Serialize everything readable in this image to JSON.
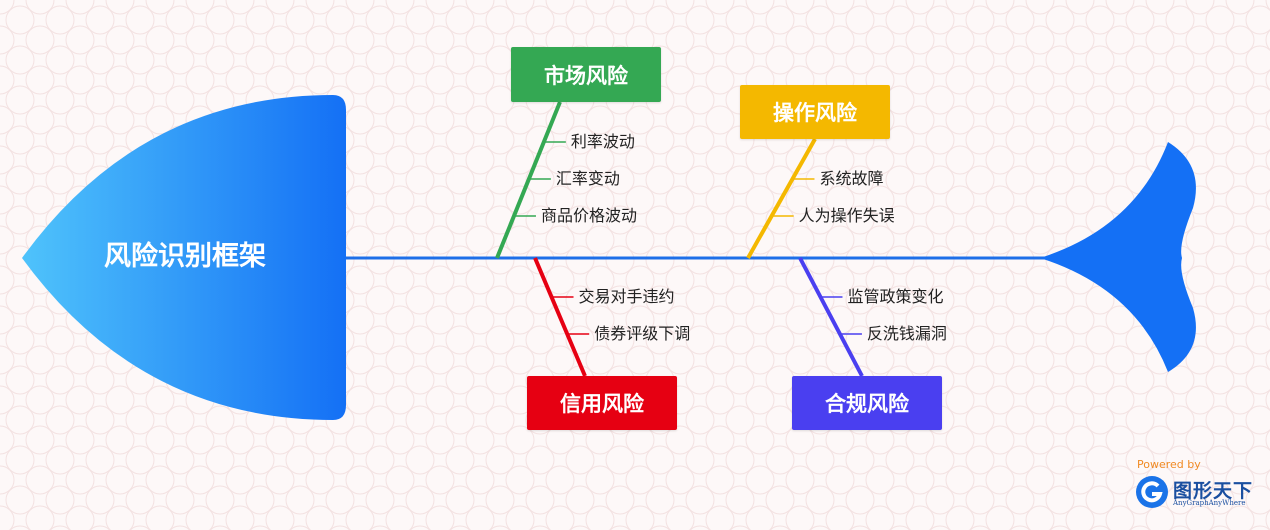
{
  "diagram": {
    "head_title": "风险识别框架",
    "spine_color": "#1e6fe8",
    "categories": [
      {
        "label": "市场风险",
        "color": "#34a853",
        "causes": [
          "利率波动",
          "汇率变动",
          "商品价格波动"
        ]
      },
      {
        "label": "操作风险",
        "color": "#f4b800",
        "causes": [
          "系统故障",
          "人为操作失误"
        ]
      },
      {
        "label": "信用风险",
        "color": "#e60012",
        "causes": [
          "交易对手违约",
          "债券评级下调"
        ]
      },
      {
        "label": "合规风险",
        "color": "#4a3ff0",
        "causes": [
          "监管政策变化",
          "反洗钱漏洞"
        ]
      }
    ]
  },
  "brand": {
    "powered_by": "Powered by",
    "name": "图形天下",
    "tagline": "AnyGraphAnyWhere"
  }
}
